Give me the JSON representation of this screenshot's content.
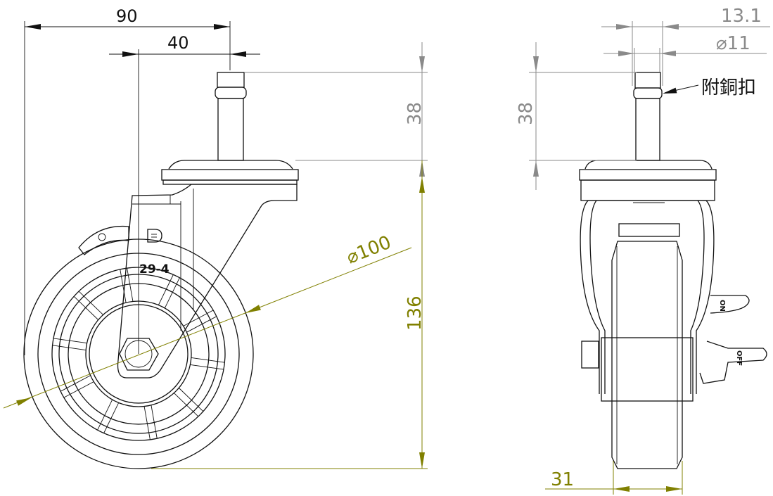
{
  "title": "Swivel caster technical drawing",
  "side_view": {
    "dims": {
      "overall_offset": "90",
      "swivel_offset": "40",
      "stem_length": "38",
      "height": "136",
      "wheel_diameter": "⌀100"
    },
    "housing_marking": "29-4",
    "logo": "D"
  },
  "front_view": {
    "dims": {
      "stem_collar": "13.1",
      "stem_diameter": "⌀11",
      "stem_length": "38",
      "wheel_width": "31"
    },
    "callout": "附銅扣",
    "brake_labels": {
      "on": "ON",
      "off": "OFF"
    }
  },
  "colors": {
    "part_lines": "#111111",
    "dim_gray": "#8a8a8a",
    "dim_olive": "#808000"
  }
}
